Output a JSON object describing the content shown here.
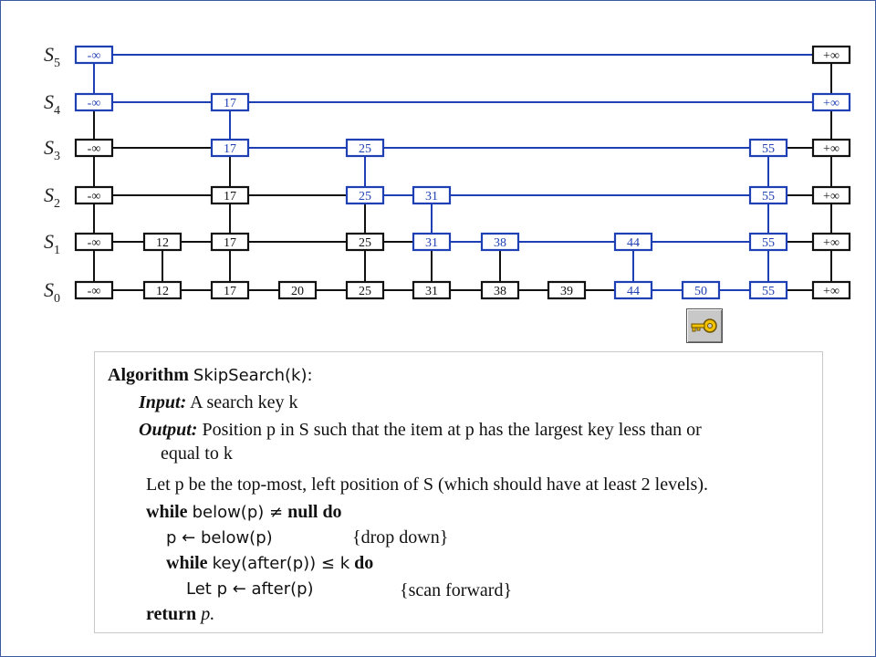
{
  "skip_list": {
    "levels": [
      {
        "label": "S",
        "sub": "5",
        "highlight": true,
        "nodes": [
          {
            "v": "-∞",
            "hl": true
          },
          {
            "v": "+∞",
            "hl": false
          }
        ]
      },
      {
        "label": "S",
        "sub": "4",
        "highlight": true,
        "nodes": [
          {
            "v": "-∞",
            "hl": true
          },
          {
            "v": "17",
            "hl": true
          },
          {
            "v": "+∞",
            "hl": true
          }
        ]
      },
      {
        "label": "S",
        "sub": "3",
        "highlight": true,
        "nodes": [
          {
            "v": "-∞",
            "hl": false
          },
          {
            "v": "17",
            "hl": true
          },
          {
            "v": "25",
            "hl": true
          },
          {
            "v": "55",
            "hl": true
          },
          {
            "v": "+∞",
            "hl": false
          }
        ]
      },
      {
        "label": "S",
        "sub": "2",
        "highlight": true,
        "nodes": [
          {
            "v": "-∞",
            "hl": false
          },
          {
            "v": "17",
            "hl": false
          },
          {
            "v": "25",
            "hl": true
          },
          {
            "v": "31",
            "hl": true
          },
          {
            "v": "55",
            "hl": true
          },
          {
            "v": "+∞",
            "hl": false
          }
        ]
      },
      {
        "label": "S",
        "sub": "1",
        "highlight": true,
        "nodes": [
          {
            "v": "-∞",
            "hl": false
          },
          {
            "v": "12",
            "hl": false
          },
          {
            "v": "17",
            "hl": false
          },
          {
            "v": "25",
            "hl": false
          },
          {
            "v": "31",
            "hl": true
          },
          {
            "v": "38",
            "hl": true
          },
          {
            "v": "44",
            "hl": true
          },
          {
            "v": "55",
            "hl": true
          },
          {
            "v": "+∞",
            "hl": false
          }
        ]
      },
      {
        "label": "S",
        "sub": "0",
        "highlight": true,
        "nodes": [
          {
            "v": "-∞",
            "hl": false
          },
          {
            "v": "12",
            "hl": false
          },
          {
            "v": "17",
            "hl": false
          },
          {
            "v": "20",
            "hl": false
          },
          {
            "v": "25",
            "hl": false
          },
          {
            "v": "31",
            "hl": false
          },
          {
            "v": "38",
            "hl": false
          },
          {
            "v": "39",
            "hl": false
          },
          {
            "v": "44",
            "hl": true
          },
          {
            "v": "50",
            "hl": true
          },
          {
            "v": "55",
            "hl": true
          },
          {
            "v": "+∞",
            "hl": false
          }
        ]
      }
    ],
    "colors": {
      "highlight": "#1f3fb4",
      "normal": "#111111"
    }
  },
  "key_icon": "key-icon",
  "algorithm": {
    "heading_kw": "Algorithm",
    "heading_name": "SkipSearch(k):",
    "input_kw": "Input:",
    "input_text": "A search key k",
    "output_kw": "Output:",
    "output_text": "Position p in S such that the item at p has the largest key less than or",
    "output_text2": "equal to k",
    "line1": "Let p be the top-most, left position of S (which should have at least 2 levels).",
    "while1_kw": "while",
    "while1_cond": "below(p) ≠",
    "while1_null": "null",
    "while1_do": "do",
    "assign1": "p ← below(p)",
    "comment1": "{drop down}",
    "while2_kw": "while",
    "while2_cond": "key(after(p)) ≤ k",
    "while2_do": "do",
    "assign2": "Let p ← after(p)",
    "comment2": "{scan forward}",
    "return_kw": "return",
    "return_val": "p."
  }
}
